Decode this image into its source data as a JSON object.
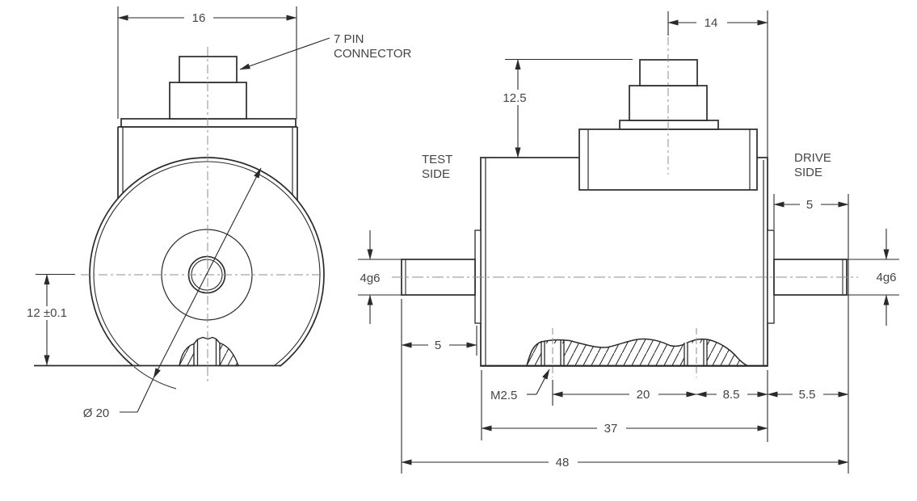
{
  "drawing": {
    "background": "#ffffff",
    "line_color": "#2a2a2a",
    "text_color": "#454545",
    "centerline_color": "#8f8f8f",
    "front_view": {
      "width_dim": "16",
      "height_dim": "12 ±0.1",
      "diameter_dim": "Ø 20",
      "connector_note_line1": "7 PIN",
      "connector_note_line2": "CONNECTOR"
    },
    "side_view": {
      "test_side_line1": "TEST",
      "test_side_line2": "SIDE",
      "drive_side_line1": "DRIVE",
      "drive_side_line2": "SIDE",
      "connector_offset_dim": "14",
      "connector_height_dim": "12.5",
      "shaft_dia_left": "4g6",
      "shaft_dia_right": "4g6",
      "shaft_len_left": "5",
      "shaft_len_right": "5",
      "thread_callout": "M2.5",
      "hole_spacing_dim": "20",
      "hole_to_face_dim": "8.5",
      "face_to_shaft_end_dim": "5.5",
      "body_length_dim": "37",
      "overall_length_dim": "48"
    }
  }
}
